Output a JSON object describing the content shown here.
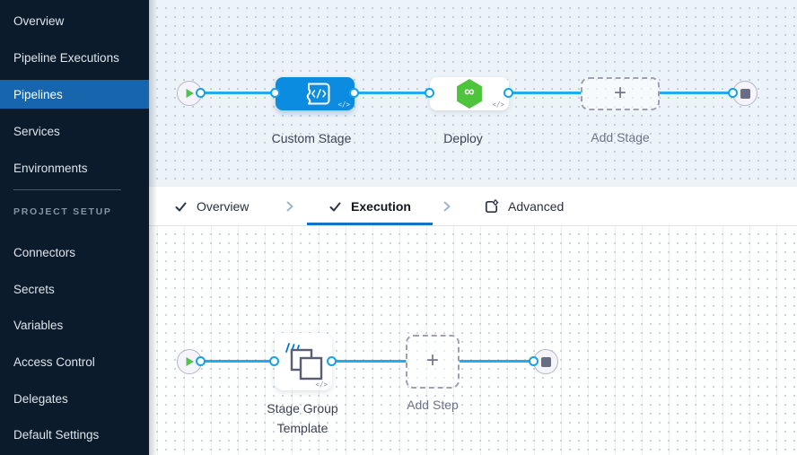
{
  "sidebar": {
    "nav_items": [
      "Overview",
      "Pipeline Executions",
      "Pipelines",
      "Services",
      "Environments"
    ],
    "selected_item": "Pipelines",
    "section_label": "PROJECT SETUP",
    "setup_items": [
      "Connectors",
      "Secrets",
      "Variables",
      "Access Control",
      "Delegates",
      "Default Settings"
    ]
  },
  "tabs": {
    "overview": "Overview",
    "execution": "Execution",
    "advanced": "Advanced",
    "active": "Execution",
    "overview_complete": true,
    "execution_complete": true
  },
  "stage_pipeline": {
    "stages": [
      {
        "label": "Custom Stage",
        "type": "custom-stage",
        "node_color": "#0c8ce0"
      },
      {
        "label": "Deploy",
        "type": "cd-stage",
        "badge_color": "#4ec43c"
      },
      {
        "label": "Add Stage",
        "type": "add-placeholder"
      }
    ]
  },
  "execution_pipeline": {
    "steps": [
      {
        "label": "Stage Group Template",
        "type": "stage-group-template"
      },
      {
        "label": "Add Step",
        "type": "add-placeholder"
      }
    ]
  },
  "icons": {
    "plus": "+",
    "code_toggle": "</>",
    "infinity": "∞",
    "play": "play-triangle",
    "stop": "stop-square",
    "check": "checkmark",
    "chevron": "chevron-right"
  },
  "colors": {
    "sidebar_bg": "#0b1b2c",
    "sidebar_selected": "#1766ad",
    "connector_line": "#25a9f1",
    "connector_dot_ring": "#18a0ea",
    "active_tab_underline": "#1373c4",
    "custom_stage_blue": "#0c8ce0",
    "deploy_green": "#4ec43c",
    "play_green": "#55bf57",
    "canvas_tint": "#edf4f9"
  }
}
